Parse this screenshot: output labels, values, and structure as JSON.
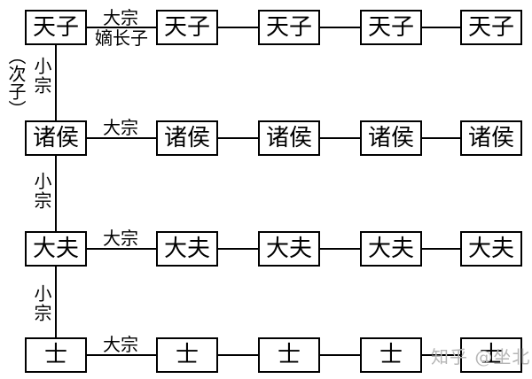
{
  "page": {
    "background_color": "#ffffff",
    "line_color": "#000000",
    "watermark_color": "#b6b6b6"
  },
  "watermark": {
    "text": "知乎 @坐北"
  },
  "rows": [
    {
      "rank": "天子",
      "boxes": [
        "天子",
        "天子",
        "天子",
        "天子",
        "天子"
      ],
      "branch_label_top": "大宗",
      "branch_label_bottom": "嫡长子"
    },
    {
      "rank": "诸侯",
      "boxes": [
        "诸侯",
        "诸侯",
        "诸侯",
        "诸侯",
        "诸侯"
      ],
      "branch_label_top": "大宗"
    },
    {
      "rank": "大夫",
      "boxes": [
        "大夫",
        "大夫",
        "大夫",
        "大夫",
        "大夫"
      ],
      "branch_label_top": "大宗"
    },
    {
      "rank": "士",
      "boxes": [
        "士",
        "士",
        "士",
        "士",
        "士"
      ],
      "branch_label_top": "大宗"
    }
  ],
  "vertical_connectors": [
    {
      "label": "小宗",
      "side_note": "（次子）"
    },
    {
      "label": "小宗"
    },
    {
      "label": "小宗"
    }
  ]
}
